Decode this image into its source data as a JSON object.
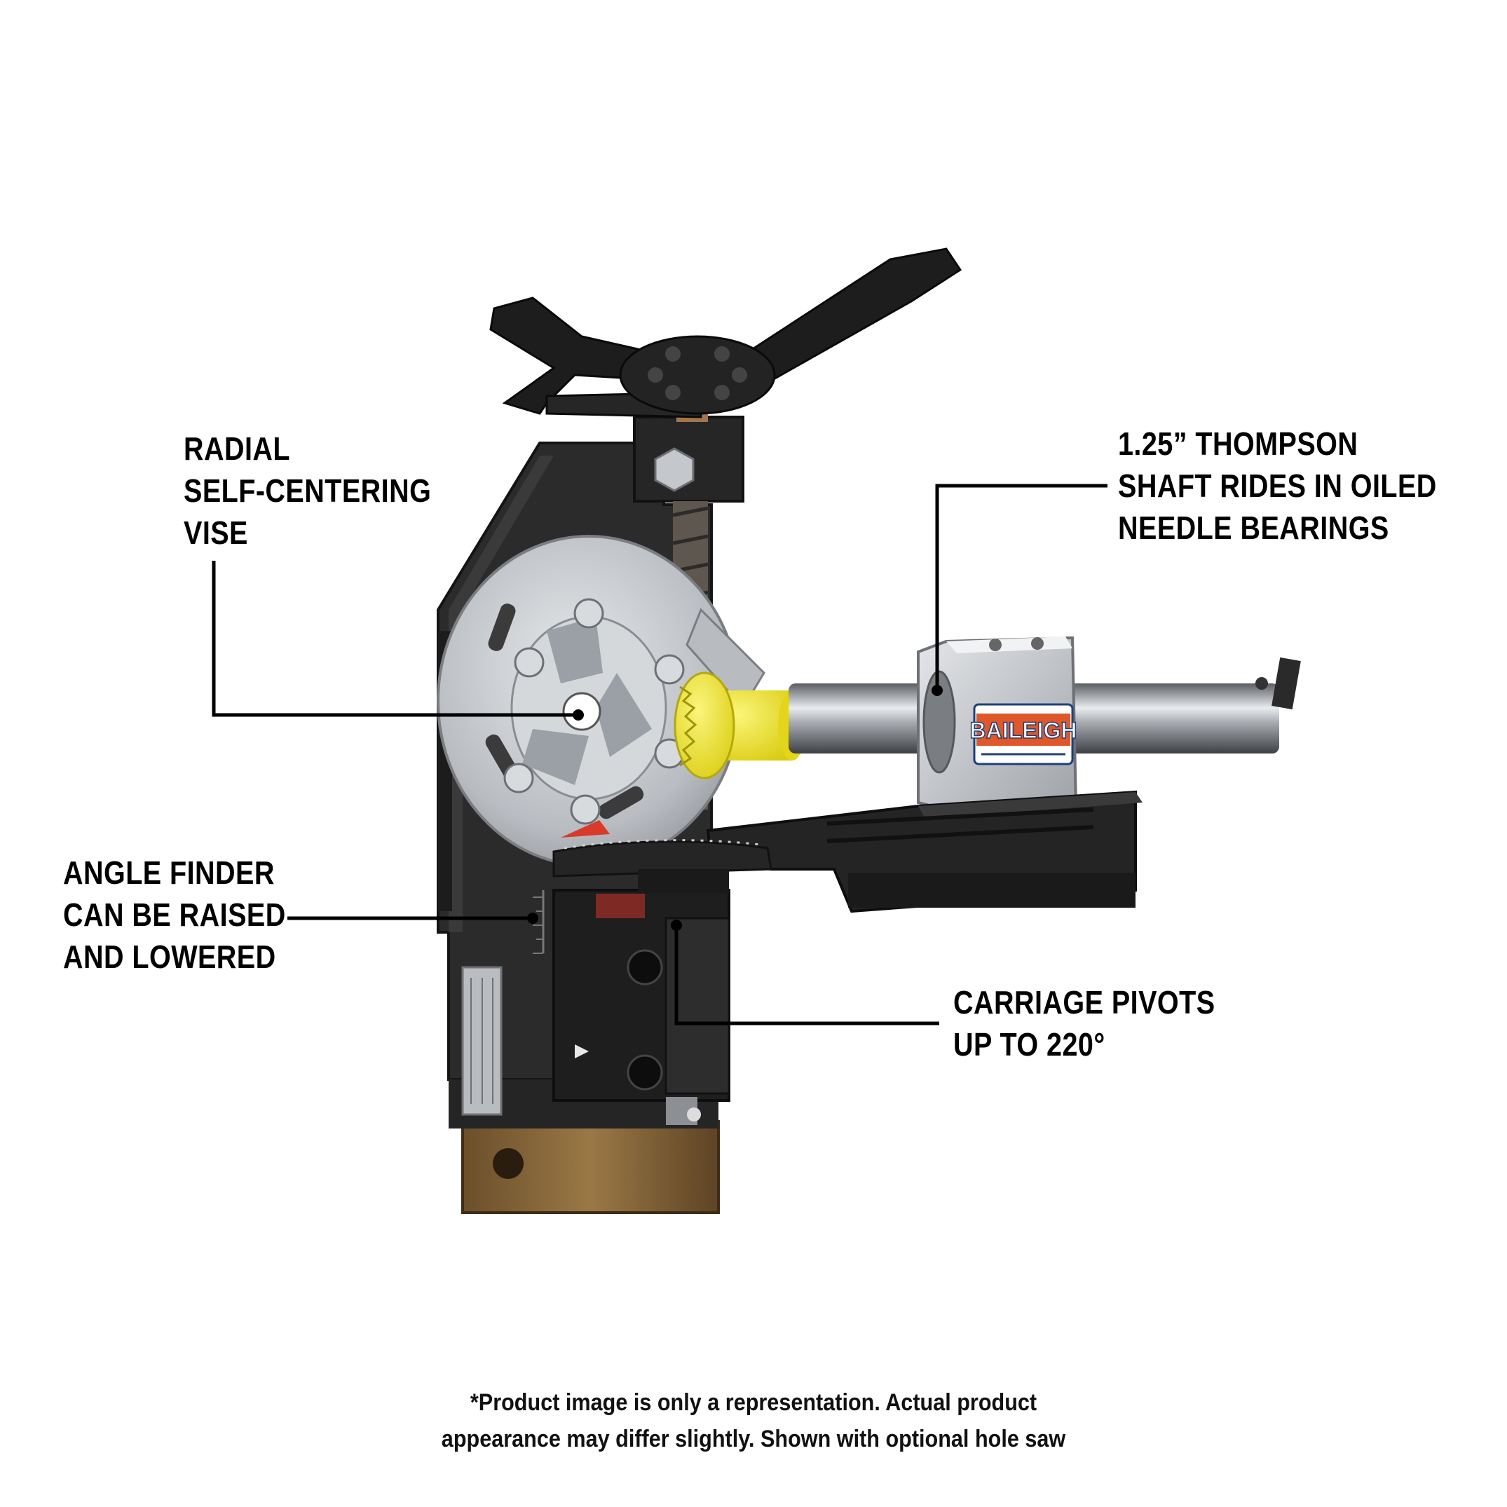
{
  "callouts": {
    "vise": [
      "RADIAL",
      "SELF-CENTERING",
      "VISE"
    ],
    "shaft": [
      "1.25” THOMPSON",
      "SHAFT RIDES IN OILED",
      "NEEDLE BEARINGS"
    ],
    "angle": [
      "ANGLE FINDER",
      "CAN BE RAISED",
      "AND LOWERED"
    ],
    "carriage": [
      "CARRIAGE PIVOTS",
      "UP TO 220°"
    ]
  },
  "brand_plate": "BAILEIGH",
  "disclaimer": [
    "*Product image is only a representation. Actual product",
    "appearance may differ slightly. Shown with optional hole saw"
  ],
  "colors": {
    "steel_dark": "#2a2a2a",
    "zinc": "#c9ccd0",
    "yellow_saw": "#f1e71f",
    "brass": "#8a6a3c",
    "brand_orange": "#e0572a",
    "brand_blue": "#1f3f7a"
  }
}
